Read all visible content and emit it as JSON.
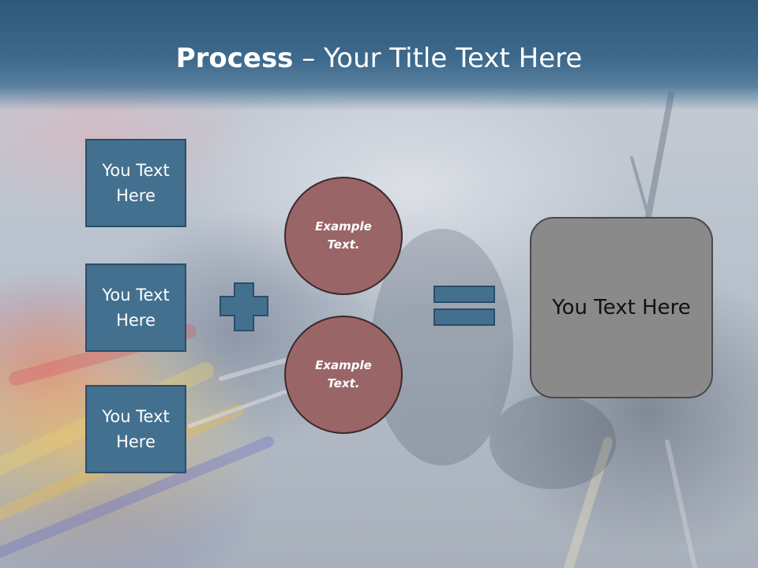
{
  "title": {
    "bold": "Process",
    "rest": " – Your Title Text Here"
  },
  "left_boxes": [
    {
      "text": "You Text Here"
    },
    {
      "text": "You Text Here"
    },
    {
      "text": "You Text Here"
    }
  ],
  "circles": [
    {
      "text": "Example\nText."
    },
    {
      "text": "Example\nText."
    }
  ],
  "operators": {
    "plus": "plus",
    "equals": "equals"
  },
  "result": {
    "text": "You Text Here"
  },
  "colors": {
    "header": "#3e6a8d",
    "box_fill": "#44708f",
    "box_border": "#2b4d68",
    "circle_fill": "#9a6567",
    "result_fill": "#8a8a8a",
    "title_text": "#ffffff"
  }
}
